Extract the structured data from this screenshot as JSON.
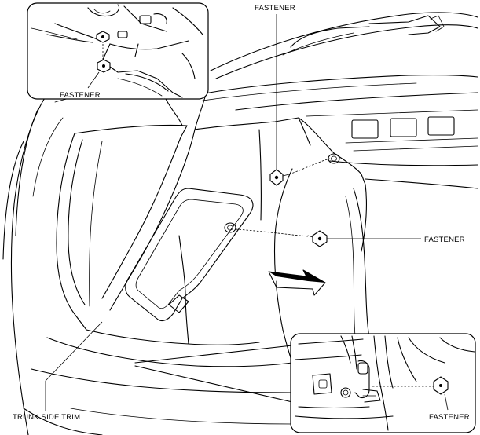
{
  "labels": {
    "fastener_top_center": "FASTENER",
    "fastener_inset_top": "FASTENER",
    "fastener_right": "FASTENER",
    "fastener_inset_bottom": "FASTENER",
    "trunk_side_trim": "TRUNK SIDE TRIM"
  },
  "colors": {
    "line": "#000000",
    "background": "#ffffff"
  }
}
